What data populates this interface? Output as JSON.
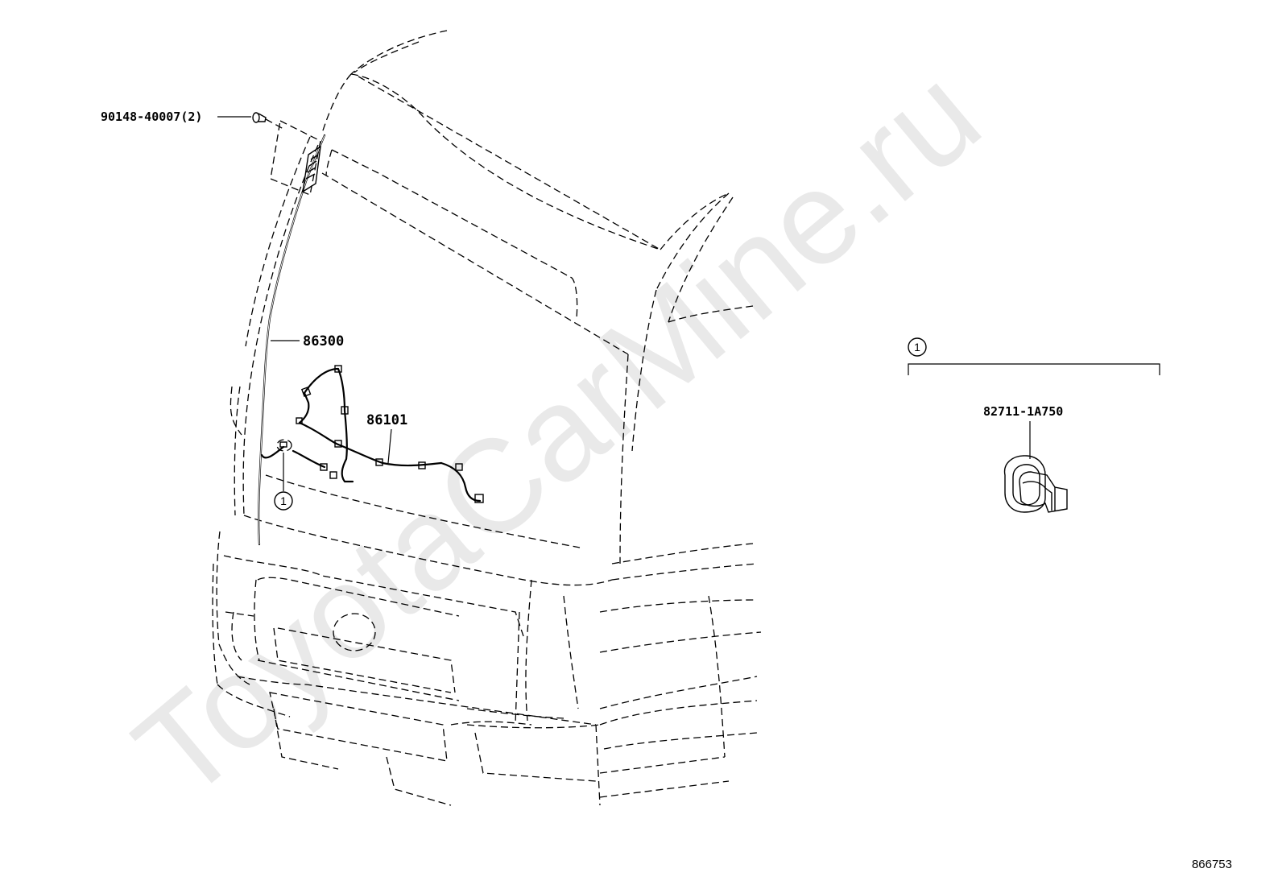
{
  "diagram": {
    "parts": {
      "screw": "90148-40007(2)",
      "antenna_cord": "86300",
      "harness": "86101",
      "clamp": "82711-1A750"
    },
    "callout_ref": "1",
    "figure_number": "866753",
    "watermark": "ToyotaCarMine.ru"
  }
}
